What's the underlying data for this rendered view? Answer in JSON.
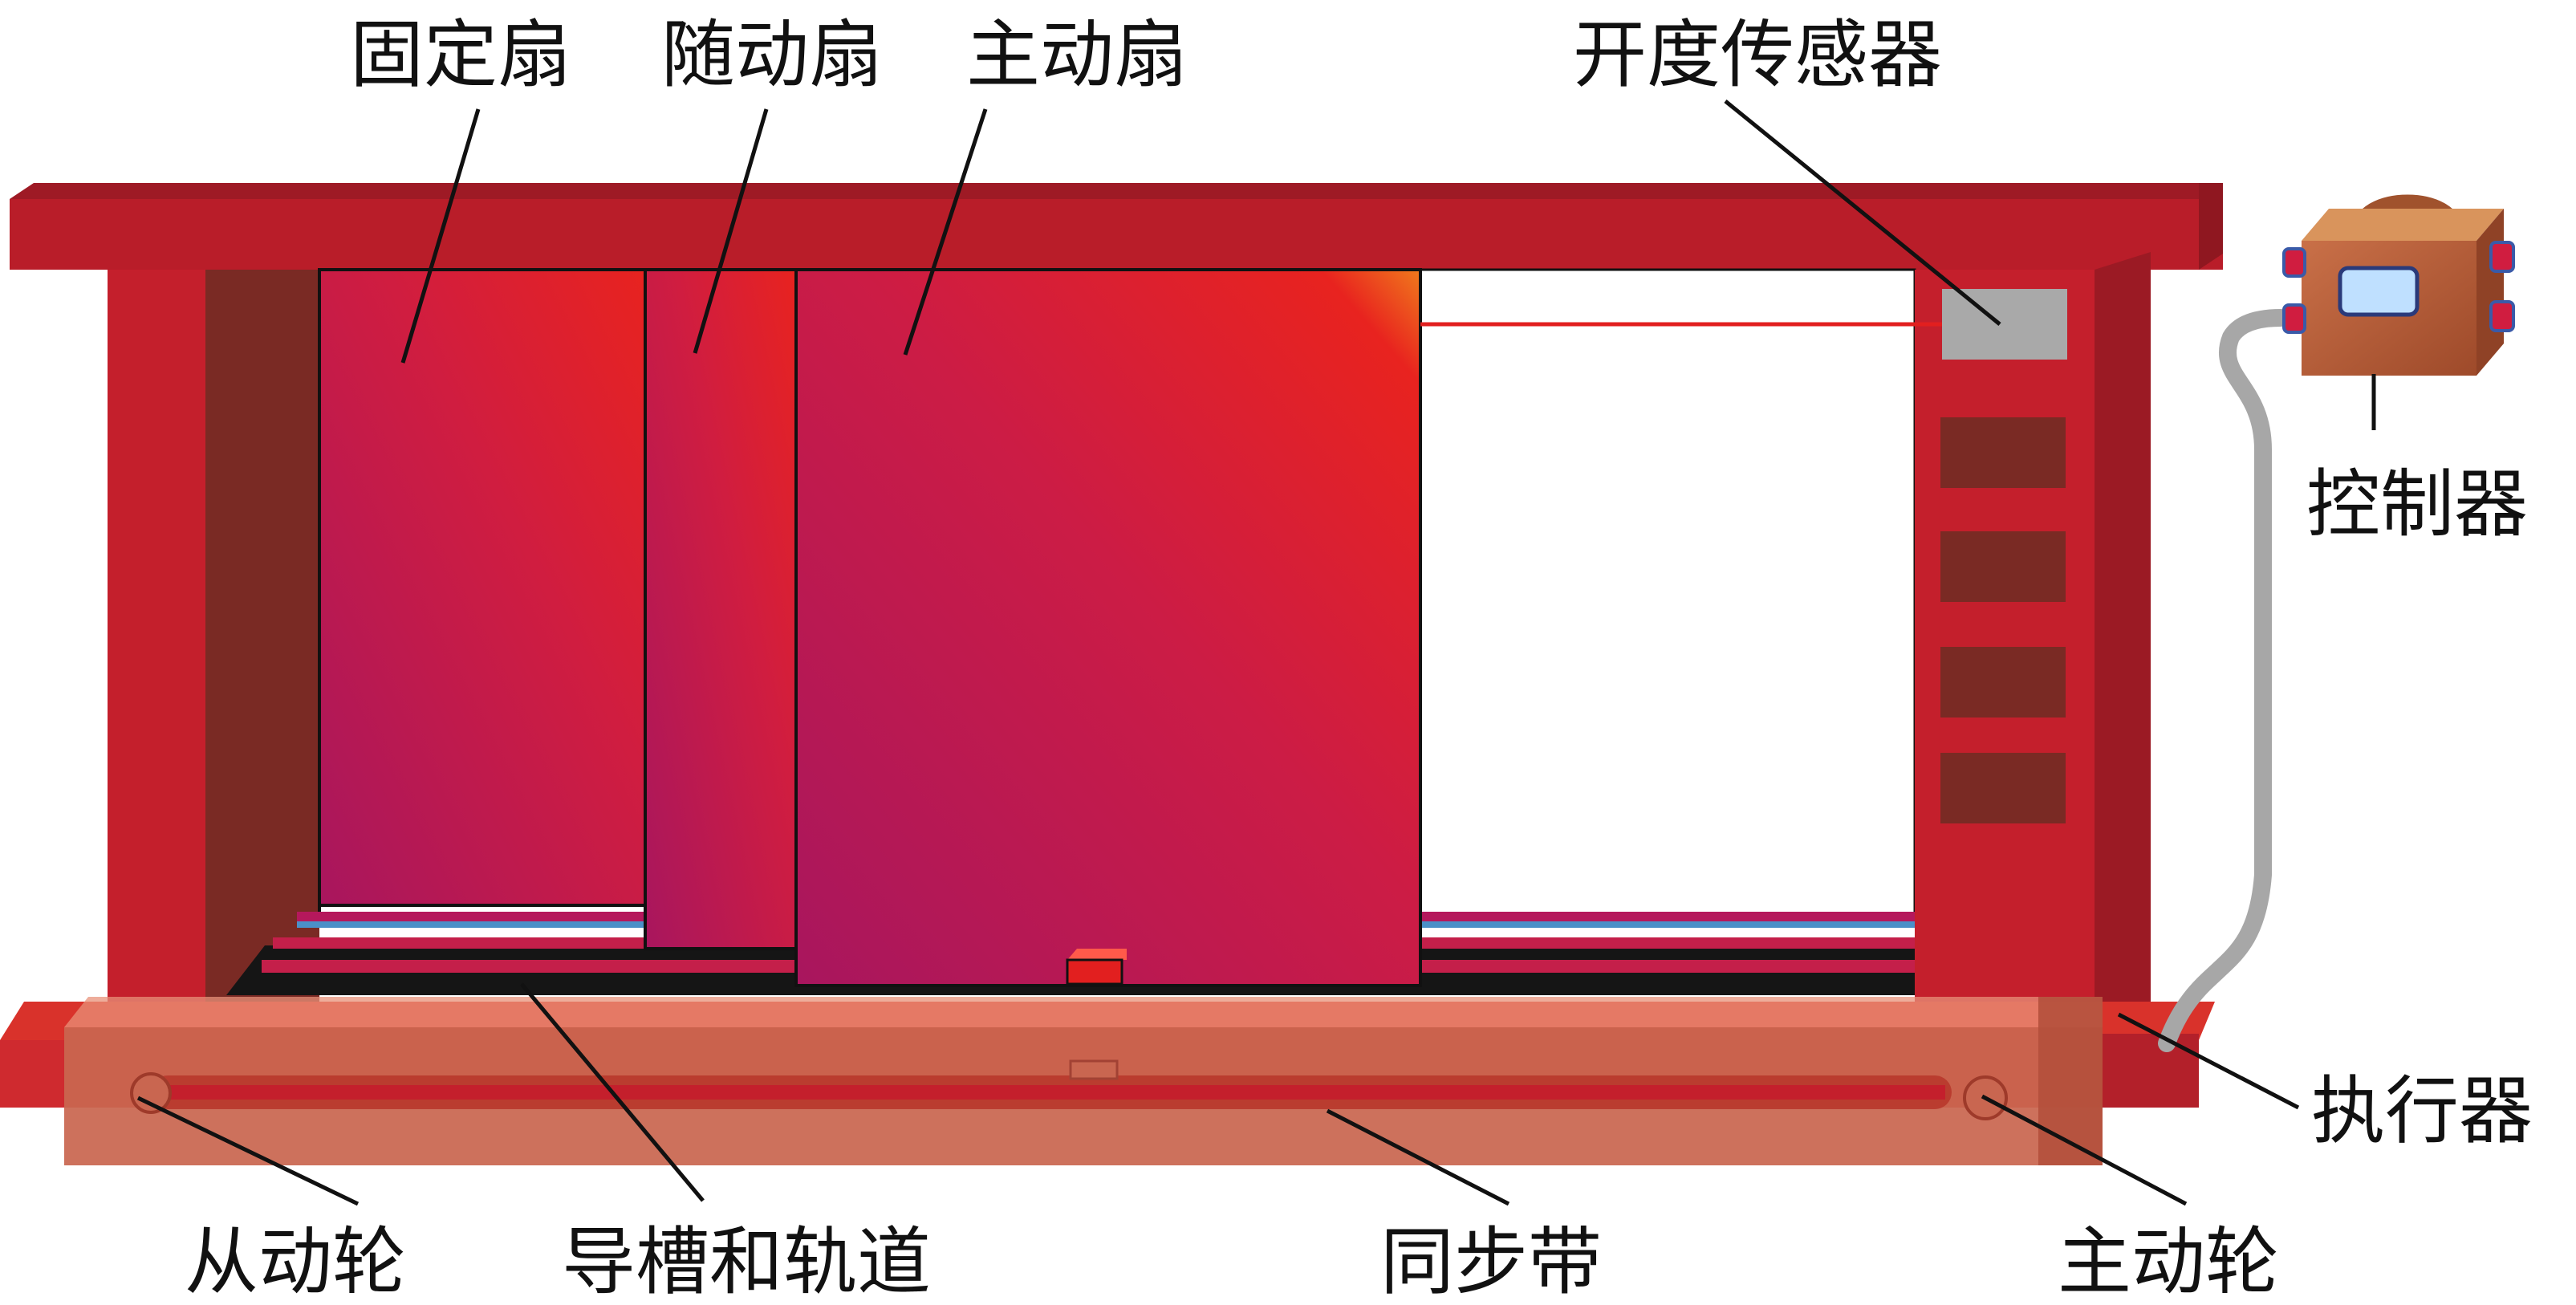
{
  "labels": {
    "fixed_leaf": "固定扇",
    "follower_leaf": "随动扇",
    "active_leaf": "主动扇",
    "opening_sensor": "开度传感器",
    "controller": "控制器",
    "actuator": "执行器",
    "driven_wheel": "从动轮",
    "guide_groove_track": "导槽和轨道",
    "timing_belt": "同步带",
    "drive_wheel": "主动轮"
  },
  "colors": {
    "frame_red": "#c41f2c",
    "frame_dark": "#9b1a24",
    "jamb_brown": "#7a2a24",
    "leaf_magenta": "#b5185c",
    "leaf_red": "#e32026",
    "base_salmon": "#c96650",
    "controller_brown": "#b8623c",
    "cable_gray": "#a7a7a7",
    "sensor_gray": "#a9a9a9",
    "leader_line": "#111111"
  }
}
